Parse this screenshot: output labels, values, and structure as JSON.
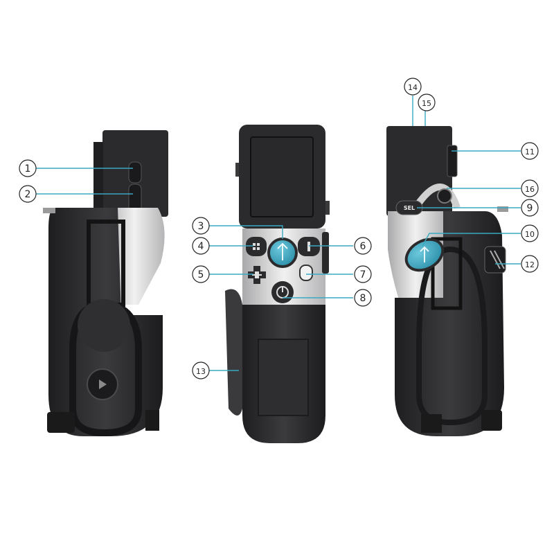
{
  "callouts": [
    {
      "number": "1"
    },
    {
      "number": "2"
    },
    {
      "number": "3"
    },
    {
      "number": "4"
    },
    {
      "number": "5"
    },
    {
      "number": "6"
    },
    {
      "number": "7"
    },
    {
      "number": "8"
    },
    {
      "number": "9"
    },
    {
      "number": "10"
    },
    {
      "number": "11"
    },
    {
      "number": "12"
    },
    {
      "number": "13"
    },
    {
      "number": "14"
    },
    {
      "number": "15"
    },
    {
      "number": "16"
    }
  ],
  "device_labels": {
    "sel_button": "SEL"
  },
  "colors": {
    "accent": "#3aa8c1",
    "body_dark": "#2a2a2c",
    "body_mid": "#3a3a3d",
    "silver": "#d9d9d9",
    "screen": "#262628",
    "callout_line": "#3aa8c1"
  }
}
